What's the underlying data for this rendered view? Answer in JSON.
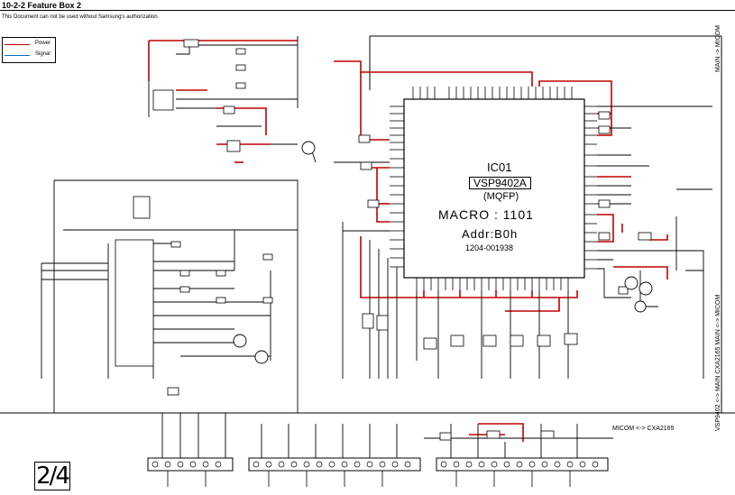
{
  "header": {
    "title": "10-2-2 Feature Box 2",
    "notice": "This Document can not be used without Samsung's authorization."
  },
  "legend": {
    "items": [
      {
        "label": "Power",
        "color": "#c00000"
      },
      {
        "label": "Signal",
        "color": "#0070c0"
      }
    ]
  },
  "chip": {
    "reference": "IC01",
    "part_number": "VSP9402A",
    "package": "(MQFP)",
    "macro": "MACRO : 1101",
    "address": "Addr:B0h",
    "code": "1204-001938"
  },
  "connector_labels": {
    "right_top": "MAIN -> MICOM",
    "right_lower": "VSP9402 <-> MAIN CXA2165  MAIN <-> MICOM",
    "bottom_right": "MICOM <-> CXA2165"
  },
  "page_marker": "2/4",
  "colors": {
    "power": "#c00000",
    "signal": "#0070c0",
    "wire": "#000000"
  }
}
